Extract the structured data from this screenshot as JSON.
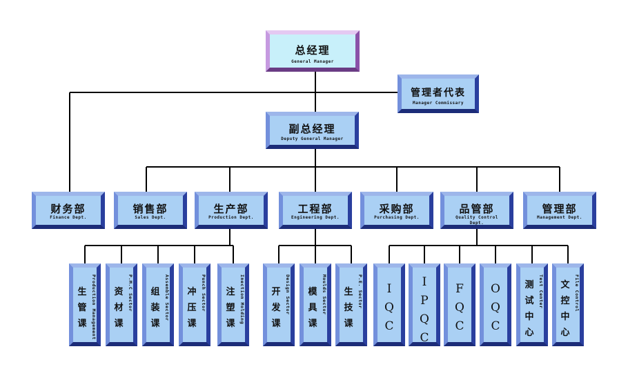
{
  "colors": {
    "box_fill": "#aad0f4",
    "top_fill": "#c8f0fa",
    "line": "#000000"
  },
  "nodes": {
    "gm": {
      "cn": "总经理",
      "en": "General Manager"
    },
    "commissary": {
      "cn": "管理者代表",
      "en": "Manager Commissary"
    },
    "dgm": {
      "cn": "副总经理",
      "en": "Deputy General Manager"
    },
    "finance": {
      "cn": "财务部",
      "en": "Finance Dept."
    },
    "sales": {
      "cn": "销售部",
      "en": "Sales Dept."
    },
    "production": {
      "cn": "生产部",
      "en": "Production Dept."
    },
    "engineering": {
      "cn": "工程部",
      "en": "Engineering Dept."
    },
    "purchasing": {
      "cn": "采购部",
      "en": "Purchasing Dept."
    },
    "quality": {
      "cn": "品管部",
      "en": "Quality Control Dept."
    },
    "management": {
      "cn": "管理部",
      "en": "Management Dept."
    },
    "prod_mgmt": {
      "cn": "生管课",
      "en": "Production Management"
    },
    "pmc": {
      "cn": "资材课",
      "en": "P.M.C Sector"
    },
    "assemble": {
      "cn": "组装课",
      "en": "Assemble Sector"
    },
    "punch": {
      "cn": "冲压课",
      "en": "Punch Sector"
    },
    "injection": {
      "cn": "注塑课",
      "en": "Inection Molding"
    },
    "design": {
      "cn": "开发课",
      "en": "Design Sector"
    },
    "moulds": {
      "cn": "模具课",
      "en": "Moulds Sector"
    },
    "pe": {
      "cn": "生技课",
      "en": "P.E. Sector"
    },
    "iqc": {
      "cn": "IQC"
    },
    "ipqc": {
      "cn": "IPQC"
    },
    "fqc": {
      "cn": "FQC"
    },
    "oqc": {
      "cn": "OQC"
    },
    "test": {
      "cn": "测试中心",
      "en": "Test Center"
    },
    "file": {
      "cn": "文控中心",
      "en": "File Control"
    }
  }
}
